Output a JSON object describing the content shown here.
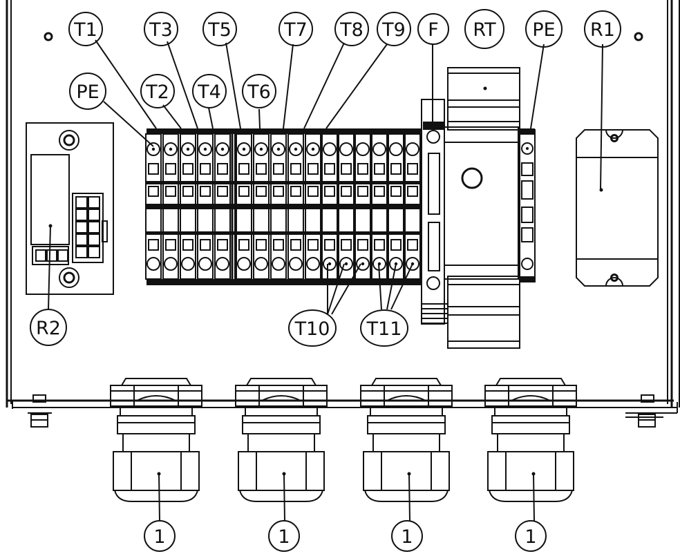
{
  "callouts": {
    "T1": "T1",
    "T2": "T2",
    "T3": "T3",
    "T4": "T4",
    "T5": "T5",
    "T6": "T6",
    "T7": "T7",
    "T8": "T8",
    "T9": "T9",
    "F": "F",
    "RT": "RT",
    "PE_left": "PE",
    "PE_right": "PE",
    "R1": "R1",
    "R2": "R2",
    "T10": "T10",
    "T11": "T11",
    "gland_1": "1",
    "gland_2": "1",
    "gland_3": "1",
    "gland_4": "1"
  }
}
